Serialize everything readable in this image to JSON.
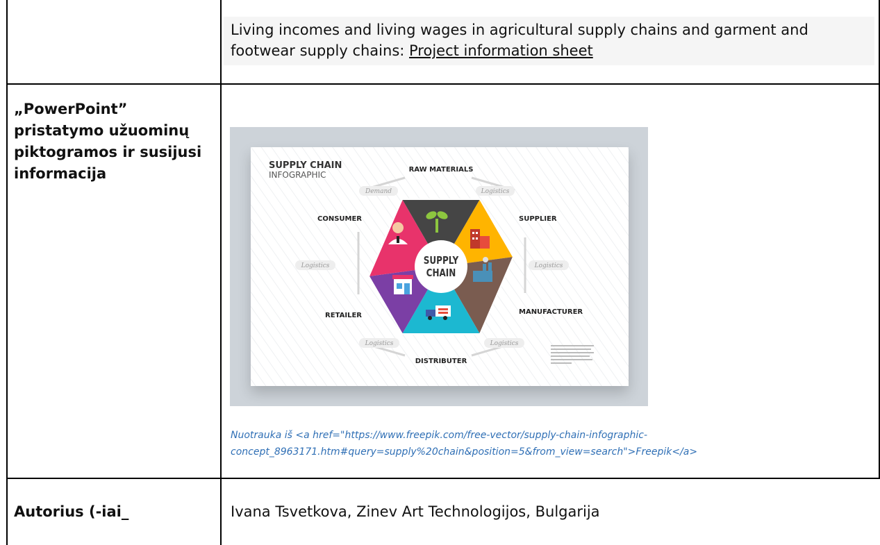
{
  "rows": [
    {
      "label": "",
      "content": {
        "text": "Living incomes and living wages in agricultural supply chains and garment and footwear supply chains: ",
        "link": "Project information sheet"
      }
    },
    {
      "label": "„PowerPoint” pristatymo užuominų piktogramos ir susijusi informacija",
      "figure": {
        "title_line1": "SUPPLY CHAIN",
        "title_line2": "INFOGRAPHIC",
        "center_line1": "SUPPLY",
        "center_line2": "CHAIN",
        "nodes": {
          "raw_materials": "RAW MATERIALS",
          "supplier": "SUPPLIER",
          "manufacturer": "MANUFACTURER",
          "distributer": "DISTRIBUTER",
          "retailer": "RETAILER",
          "consumer": "CONSUMER"
        },
        "edges": {
          "demand": "Demand",
          "logistics_tr": "Logistics",
          "logistics_r": "Logistics",
          "logistics_br": "Logistics",
          "logistics_bl": "Logistics",
          "logistics_l": "Logistics"
        },
        "colors": {
          "raw_materials": "#454545",
          "supplier": "#ffb400",
          "manufacturer": "#7a5c50",
          "distributer": "#1cb8d1",
          "retailer": "#7b3fa5",
          "consumer": "#e8336b"
        }
      },
      "caption": "Nuotrauka iš <a href=\"https://www.freepik.com/free-vector/supply-chain-infographic-concept_8963171.htm#query=supply%20chain&position=5&from_view=search\">Freepik</a>"
    },
    {
      "label": "Autorius (-iai_",
      "content": {
        "text": "Ivana Tsvetkova, Zinev Art Technologijos, Bulgarija"
      }
    }
  ]
}
